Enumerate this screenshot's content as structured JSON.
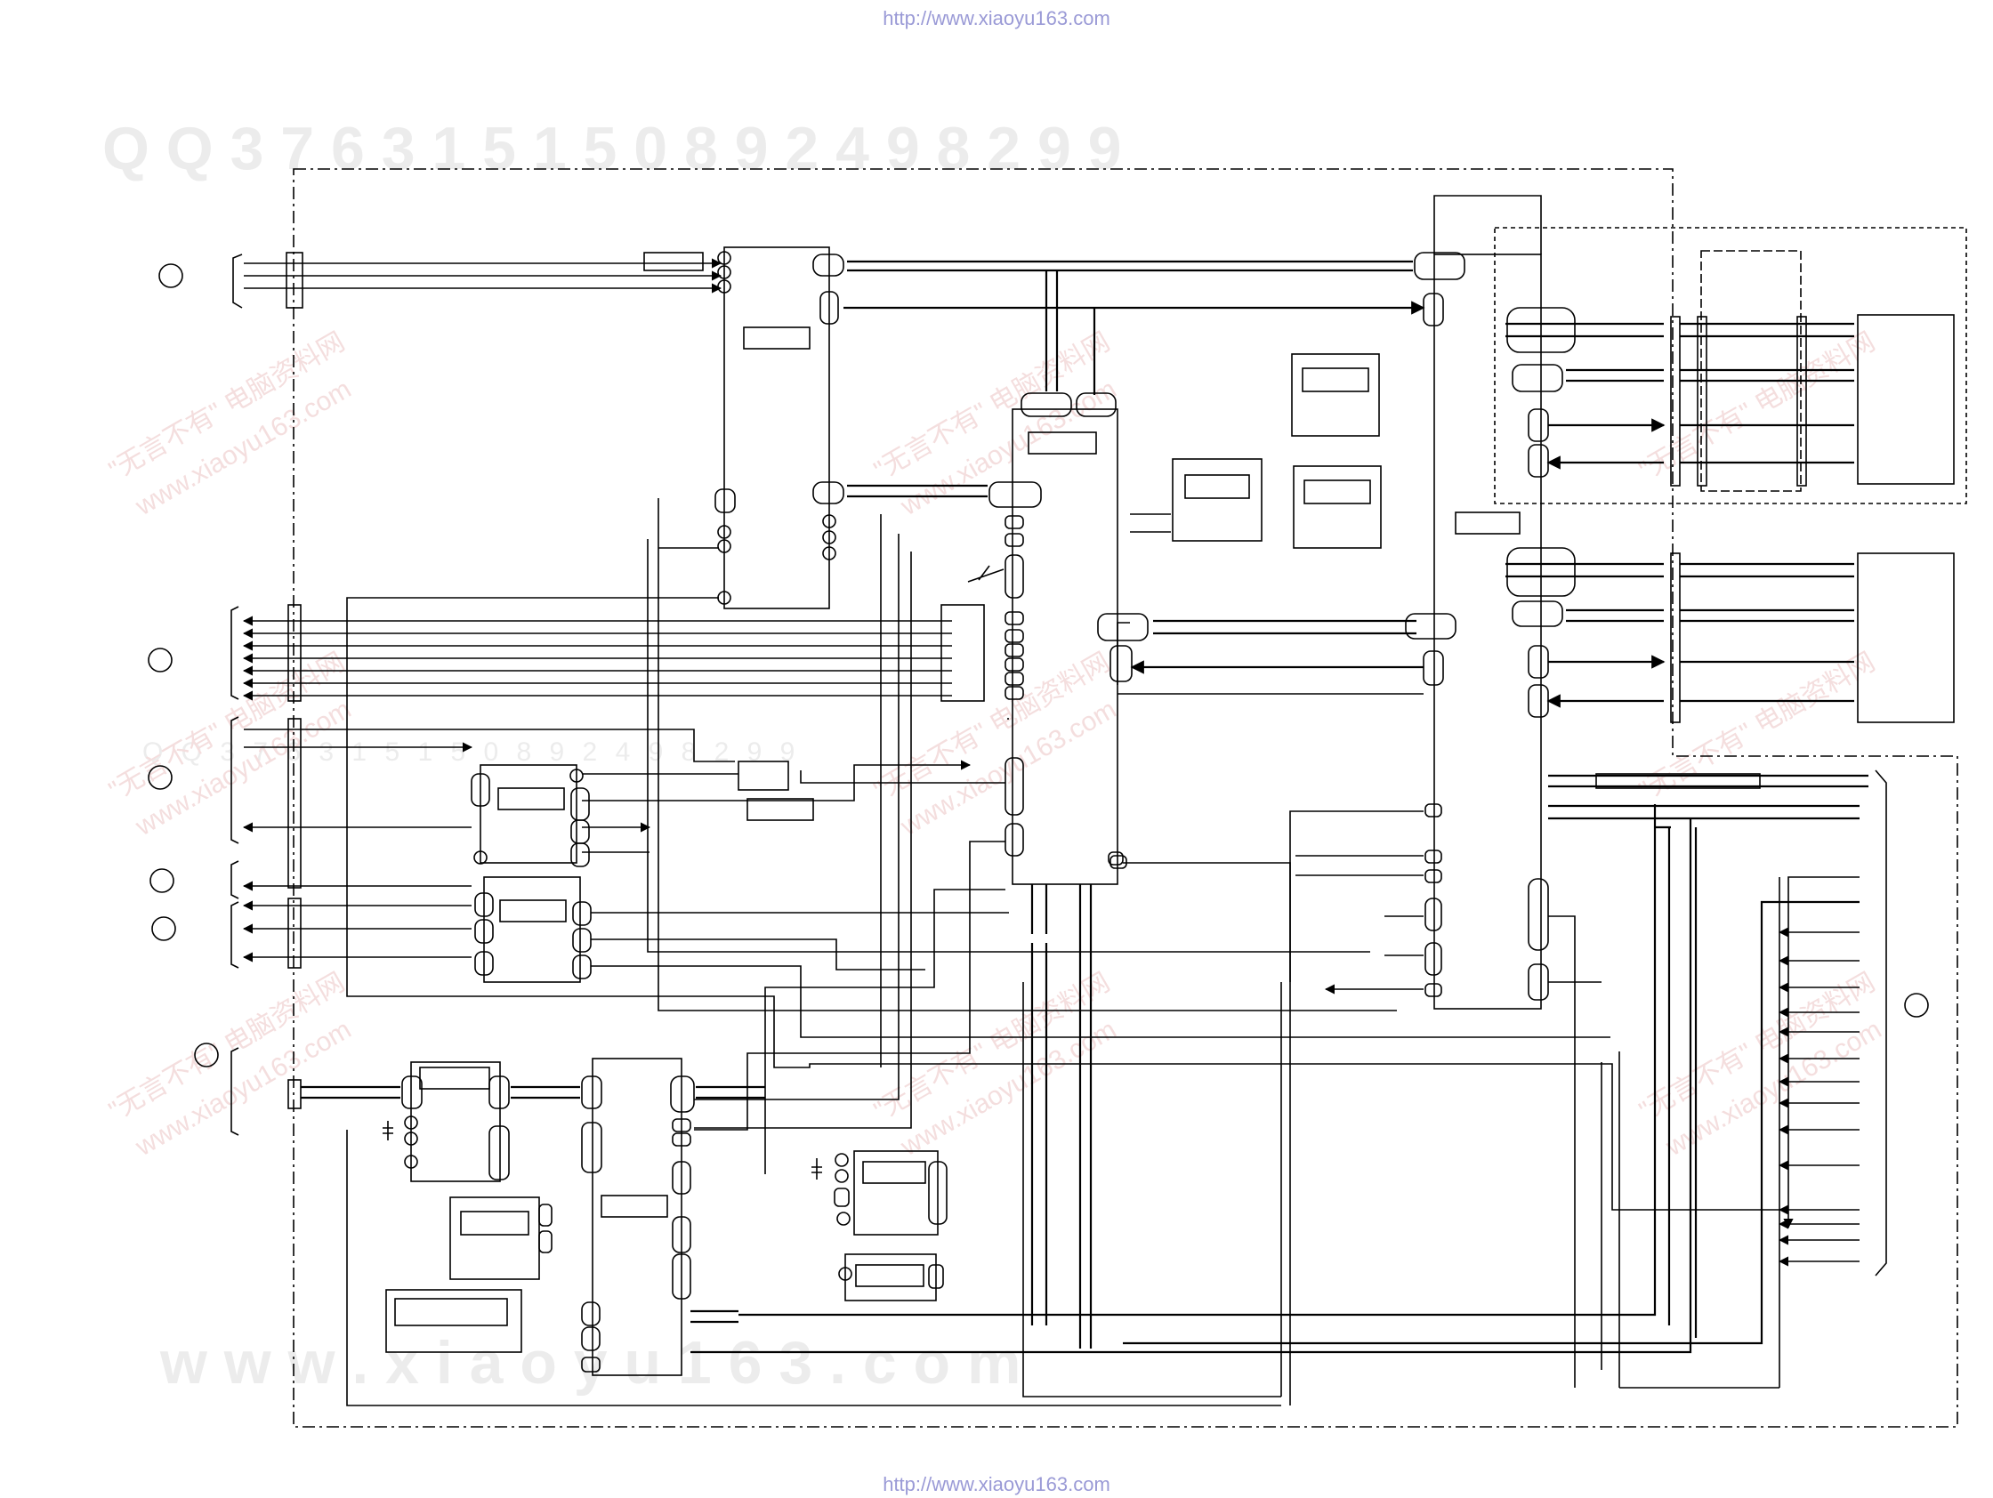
{
  "header_url": "http://www.xiaoyu163.com",
  "footer_url": "http://www.xiaoyu163.com",
  "watermarks": {
    "top_qq": "Q Q   3 7 6 3 1 5 1 5 0       8 9 2 4 9 8 2 9 9",
    "mid_qq": "Q Q   3 7 6 3 1 5 1 5 0       8 9 2 4 9 8 2 9 9",
    "bottom_site": "w w w . x i a o y u 1 6 3 . c o m",
    "stamp_site": "www.xiaoyu163.com",
    "stamp_cn": "\"无言不有\" 电脑资料网"
  },
  "colors": {
    "line": "#000000",
    "url": "#9a9ad6",
    "watermark": "#ececec",
    "stamp": "#f4dede"
  },
  "connector_markers": [
    {
      "name": "connector-marker-a"
    },
    {
      "name": "connector-marker-b"
    },
    {
      "name": "connector-marker-c"
    },
    {
      "name": "connector-marker-d"
    },
    {
      "name": "connector-marker-e"
    },
    {
      "name": "connector-marker-f"
    },
    {
      "name": "connector-marker-g"
    }
  ]
}
